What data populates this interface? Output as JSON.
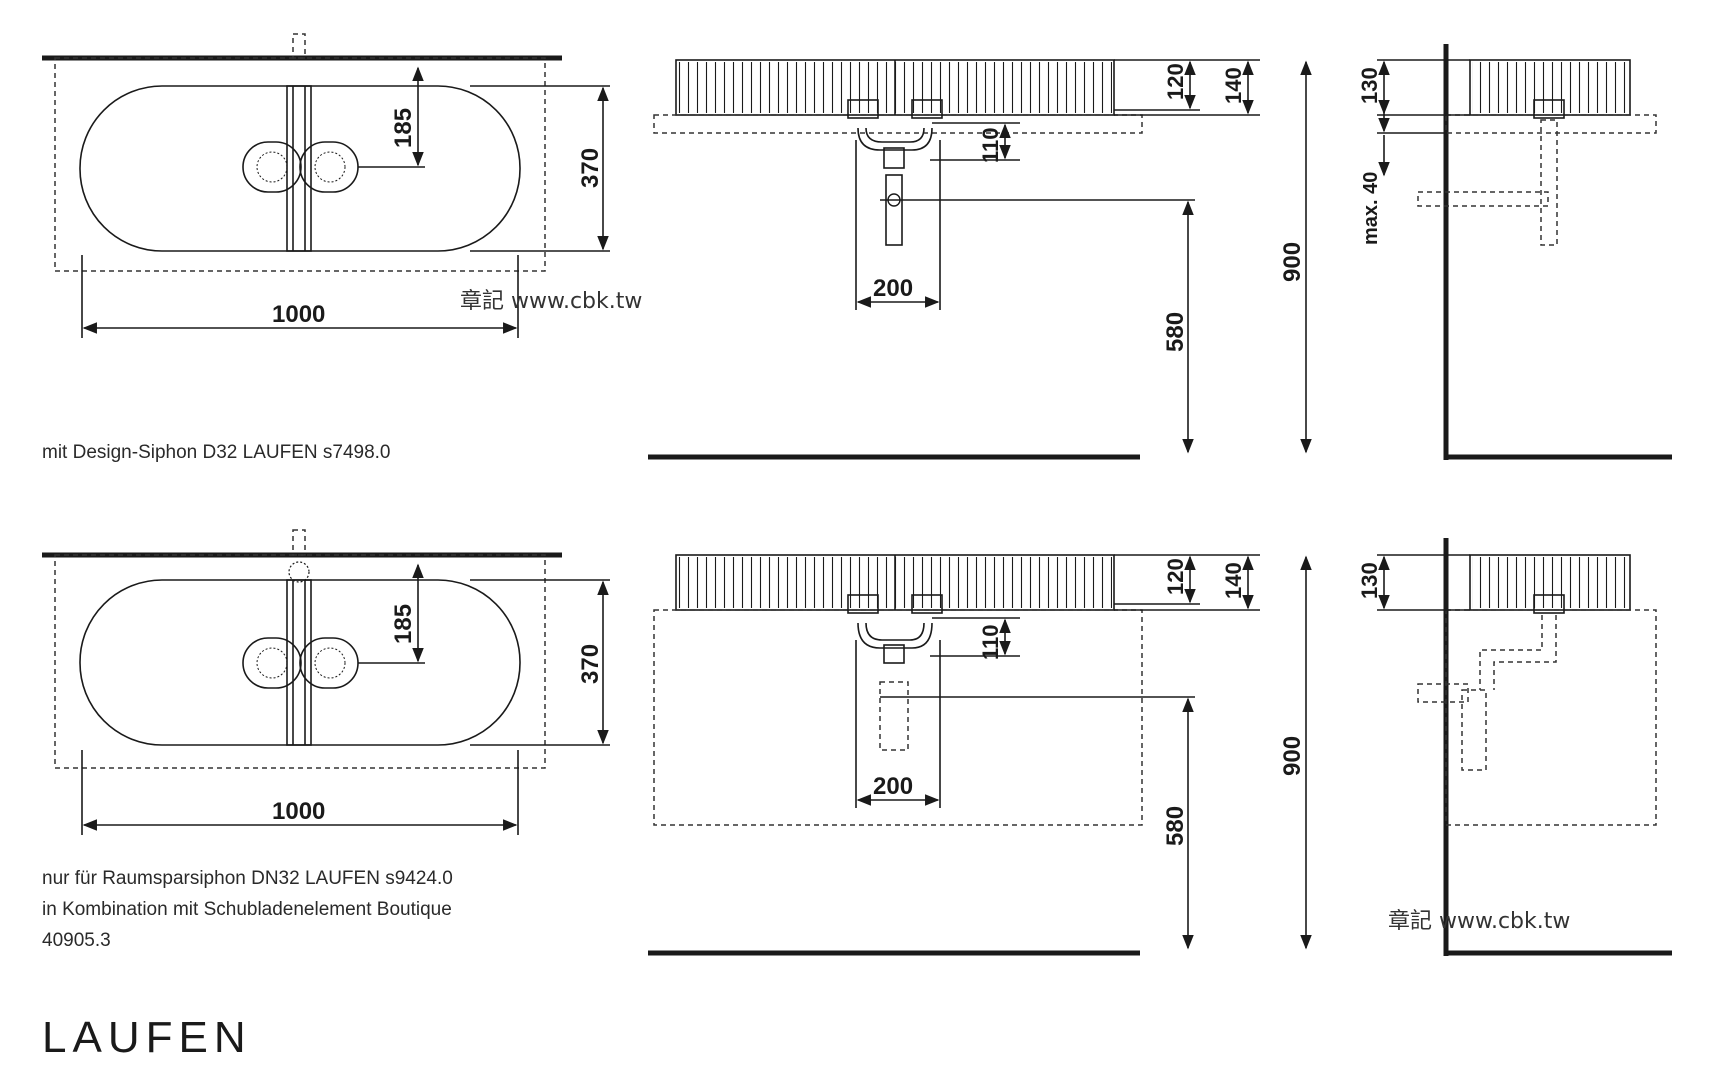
{
  "top_variant": {
    "note": "mit Design-Siphon D32 LAUFEN s7498.0",
    "plan": {
      "width_label": "1000",
      "depth_label": "370",
      "tap_offset_label": "185"
    },
    "front": {
      "rim_label": "120",
      "total_label": "140",
      "waste_label": "110",
      "siphon_width_label": "200",
      "height_label": "900",
      "outlet_label": "580"
    },
    "side": {
      "bowl_label": "130",
      "max_label": "max. 40"
    }
  },
  "bottom_variant": {
    "note_line1": "nur für Raumsparsiphon DN32 LAUFEN s9424.0",
    "note_line2": "in Kombination mit Schubladenelement Boutique",
    "note_line3": "40905.3",
    "plan": {
      "width_label": "1000",
      "depth_label": "370",
      "tap_offset_label": "185"
    },
    "front": {
      "rim_label": "120",
      "total_label": "140",
      "waste_label": "110",
      "siphon_width_label": "200",
      "height_label": "900",
      "outlet_label": "580"
    },
    "side": {
      "bowl_label": "130"
    }
  },
  "watermark_top": "章記 www.cbk.tw",
  "watermark_bottom": "章記 www.cbk.tw",
  "logo": "LAUFEN"
}
